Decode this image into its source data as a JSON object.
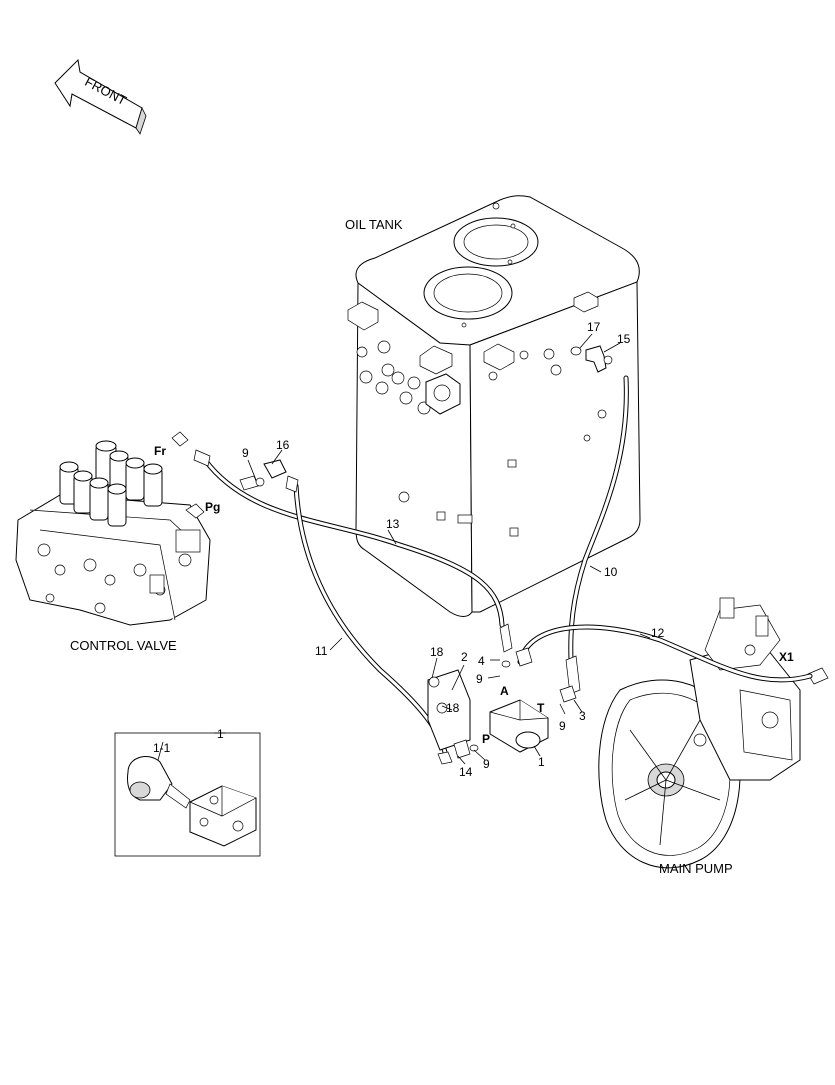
{
  "front_arrow": {
    "label": "FRONT"
  },
  "captions": {
    "oil_tank": "OIL TANK",
    "control_valve": "CONTROL VALVE",
    "main_pump": "MAIN PUMP"
  },
  "ports": {
    "fr": "Fr",
    "pg": "Pg",
    "a": "A",
    "t": "T",
    "p": "P",
    "x1": "X1"
  },
  "callouts": [
    {
      "id": "c17",
      "label": "17"
    },
    {
      "id": "c15",
      "label": "15"
    },
    {
      "id": "c16",
      "label": "16"
    },
    {
      "id": "c9a",
      "label": "9"
    },
    {
      "id": "c13",
      "label": "13"
    },
    {
      "id": "c10",
      "label": "10"
    },
    {
      "id": "c12",
      "label": "12"
    },
    {
      "id": "c11",
      "label": "11"
    },
    {
      "id": "c18a",
      "label": "18"
    },
    {
      "id": "c2",
      "label": "2"
    },
    {
      "id": "c4",
      "label": "4"
    },
    {
      "id": "c9b",
      "label": "9"
    },
    {
      "id": "c18b",
      "label": "18"
    },
    {
      "id": "c9c",
      "label": "9"
    },
    {
      "id": "c3",
      "label": "3"
    },
    {
      "id": "c14",
      "label": "14"
    },
    {
      "id": "c9d",
      "label": "9"
    },
    {
      "id": "c1",
      "label": "1"
    },
    {
      "id": "c1box",
      "label": "1"
    },
    {
      "id": "c11sub",
      "label": "1-1"
    }
  ]
}
